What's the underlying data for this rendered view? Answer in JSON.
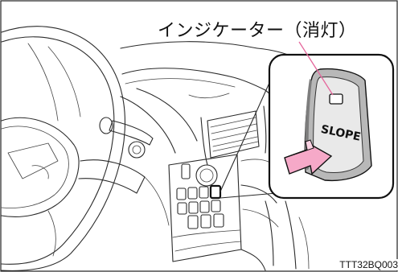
{
  "callout": {
    "label": "インジケーター（消灯）"
  },
  "switch": {
    "label": "SLOPE"
  },
  "figure": {
    "code": "TTT32BQ003"
  },
  "colors": {
    "arrow_fill": "#f6a9c8",
    "leader_line": "#e5679c",
    "outline": "#111111"
  }
}
